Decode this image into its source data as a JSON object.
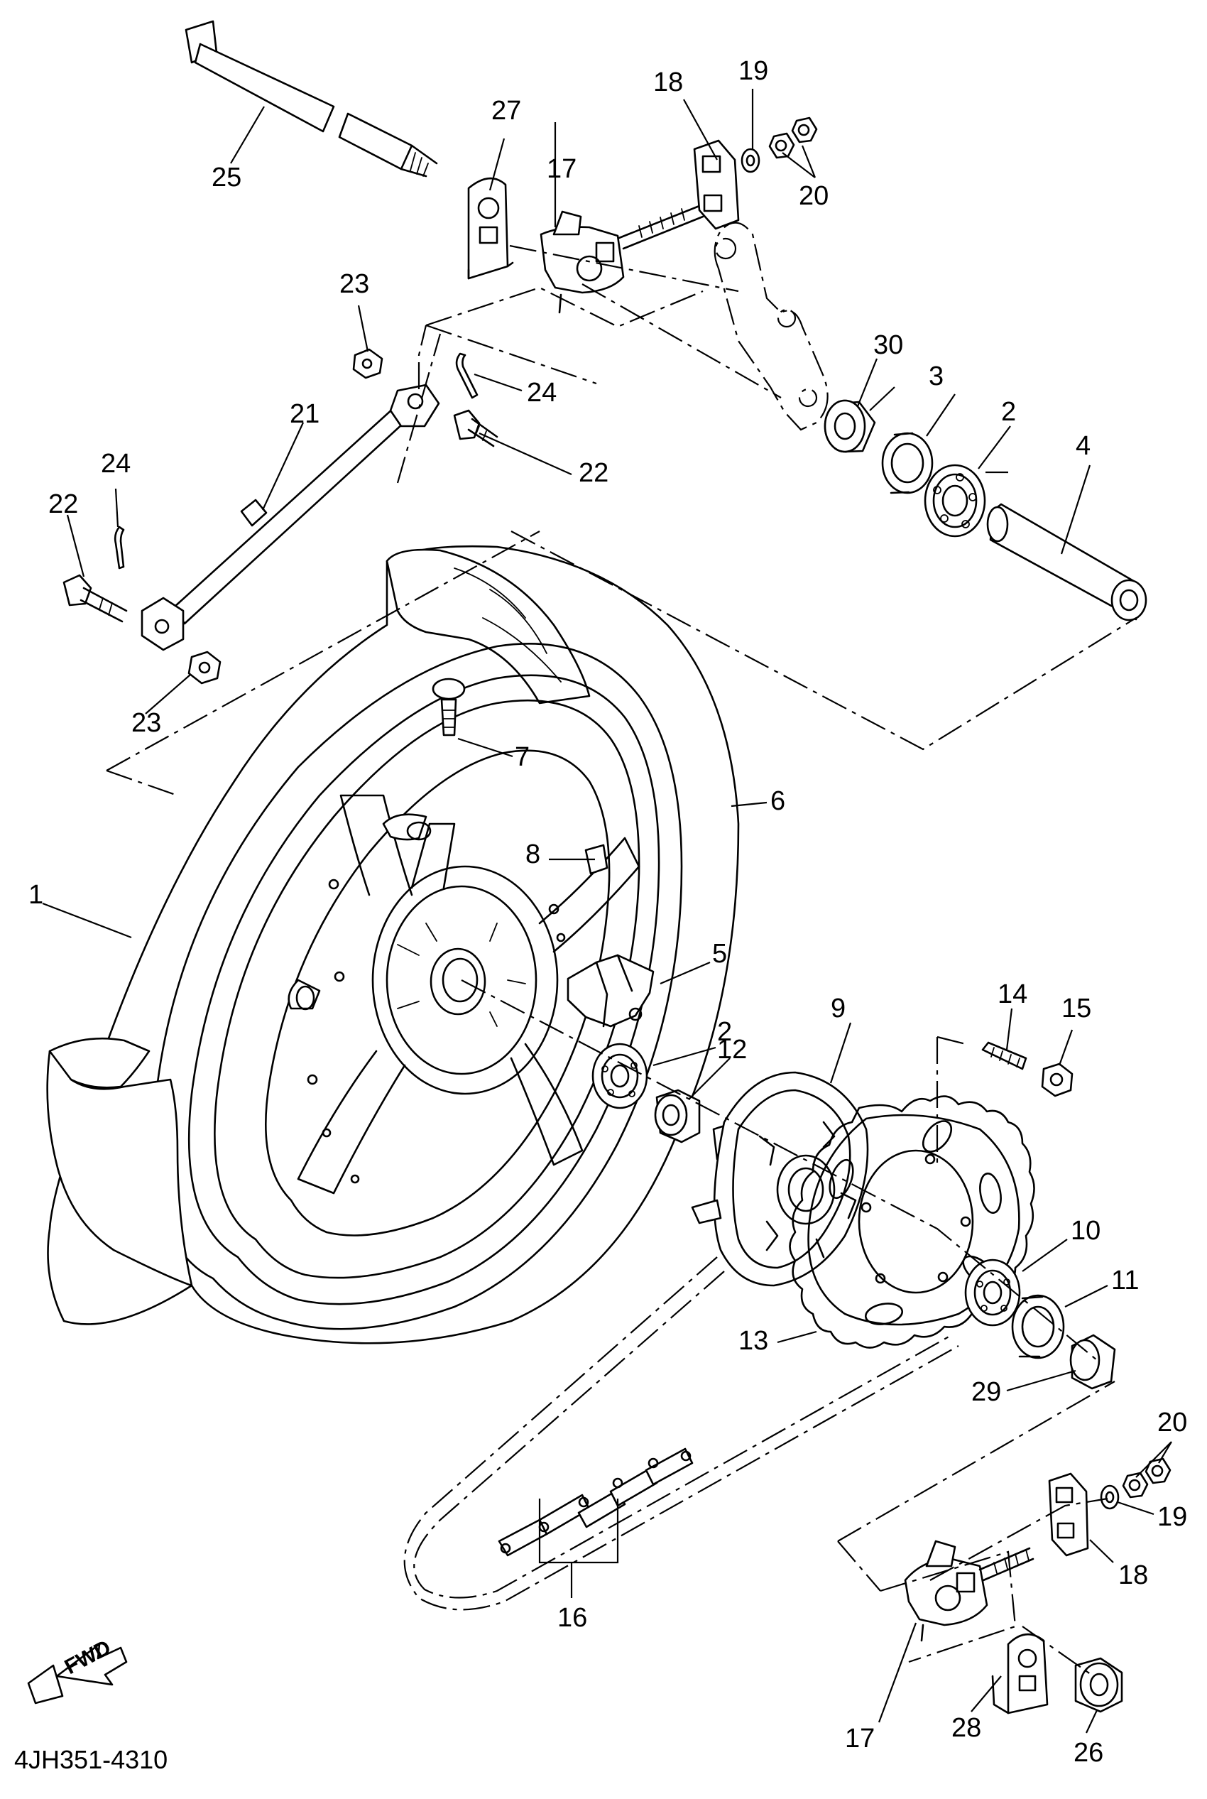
{
  "diagram": {
    "code": "4JH351-4310",
    "fwd": "FWD",
    "callouts": [
      {
        "id": "c1",
        "text": "1"
      },
      {
        "id": "c2a",
        "text": "2"
      },
      {
        "id": "c2b",
        "text": "2"
      },
      {
        "id": "c3",
        "text": "3"
      },
      {
        "id": "c4",
        "text": "4"
      },
      {
        "id": "c5",
        "text": "5"
      },
      {
        "id": "c6",
        "text": "6"
      },
      {
        "id": "c7",
        "text": "7"
      },
      {
        "id": "c8",
        "text": "8"
      },
      {
        "id": "c9",
        "text": "9"
      },
      {
        "id": "c10",
        "text": "10"
      },
      {
        "id": "c11",
        "text": "11"
      },
      {
        "id": "c12",
        "text": "12"
      },
      {
        "id": "c13",
        "text": "13"
      },
      {
        "id": "c14",
        "text": "14"
      },
      {
        "id": "c15",
        "text": "15"
      },
      {
        "id": "c16",
        "text": "16"
      },
      {
        "id": "c17a",
        "text": "17"
      },
      {
        "id": "c17b",
        "text": "17"
      },
      {
        "id": "c18a",
        "text": "18"
      },
      {
        "id": "c18b",
        "text": "18"
      },
      {
        "id": "c19a",
        "text": "19"
      },
      {
        "id": "c19b",
        "text": "19"
      },
      {
        "id": "c20a",
        "text": "20"
      },
      {
        "id": "c20b",
        "text": "20"
      },
      {
        "id": "c21",
        "text": "21"
      },
      {
        "id": "c22a",
        "text": "22"
      },
      {
        "id": "c22b",
        "text": "22"
      },
      {
        "id": "c23a",
        "text": "23"
      },
      {
        "id": "c23b",
        "text": "23"
      },
      {
        "id": "c24a",
        "text": "24"
      },
      {
        "id": "c24b",
        "text": "24"
      },
      {
        "id": "c25",
        "text": "25"
      },
      {
        "id": "c26",
        "text": "26"
      },
      {
        "id": "c27",
        "text": "27"
      },
      {
        "id": "c28",
        "text": "28"
      },
      {
        "id": "c29",
        "text": "29"
      },
      {
        "id": "c30",
        "text": "30"
      }
    ]
  }
}
